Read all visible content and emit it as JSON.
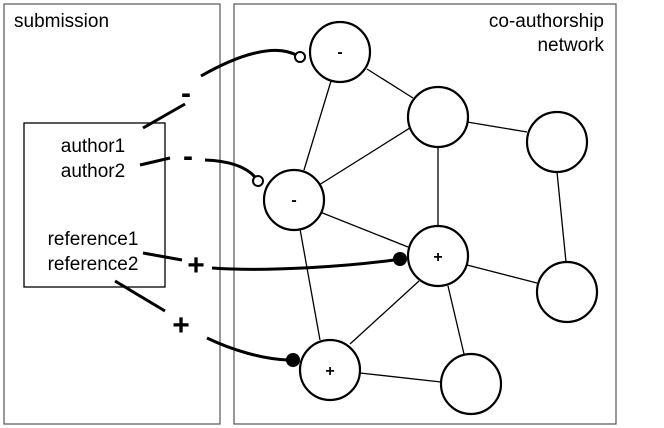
{
  "panels": {
    "submission": {
      "title": "submission"
    },
    "network": {
      "title_line1": "co-authorship",
      "title_line2": "network"
    }
  },
  "submission_box": {
    "author1": "author1",
    "author2": "author2",
    "reference1": "reference1",
    "reference2": "reference2"
  },
  "link_signs": {
    "author1": "-",
    "author2": "-",
    "reference1": "+",
    "reference2": "+"
  },
  "node_labels": {
    "top": "-",
    "middle_left": "-",
    "center": "+",
    "bottom": "+"
  },
  "colors": {
    "stroke": "#000000",
    "panel_border": "#555555",
    "node_fill": "#ffffff"
  }
}
